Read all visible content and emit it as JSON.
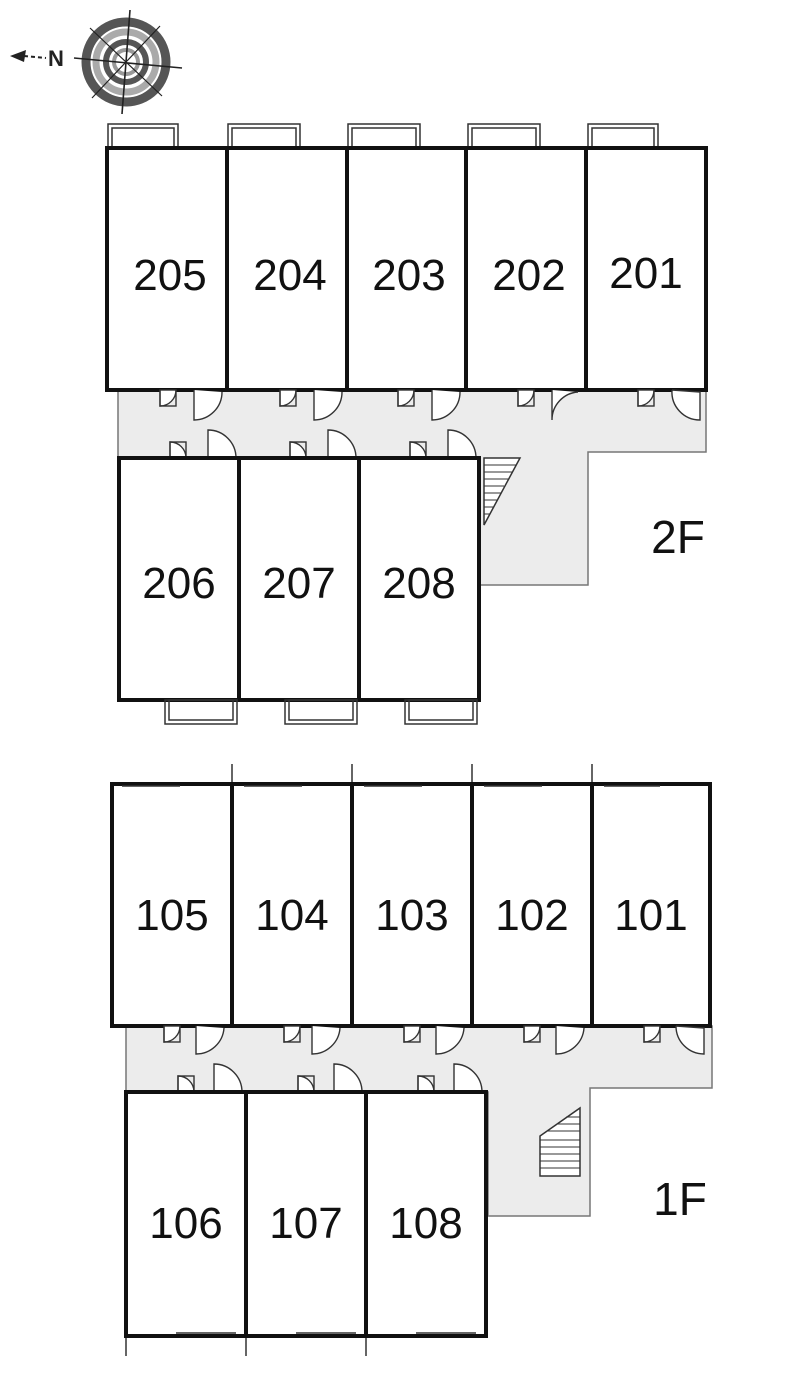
{
  "compass": {
    "letter": "N",
    "icon": "compass-rose-icon"
  },
  "colors": {
    "wall": "#111111",
    "corridor": "#ececec",
    "thin": "#555555"
  },
  "floors": [
    {
      "id": "2f",
      "label": "2F",
      "rows": [
        {
          "units": [
            "205",
            "204",
            "203",
            "202",
            "201"
          ]
        },
        {
          "units": [
            "206",
            "207",
            "208"
          ]
        }
      ],
      "stairs_icon": "stairs-icon"
    },
    {
      "id": "1f",
      "label": "1F",
      "rows": [
        {
          "units": [
            "105",
            "104",
            "103",
            "102",
            "101"
          ]
        },
        {
          "units": [
            "106",
            "107",
            "108"
          ]
        }
      ],
      "stairs_icon": "stairs-icon"
    }
  ]
}
